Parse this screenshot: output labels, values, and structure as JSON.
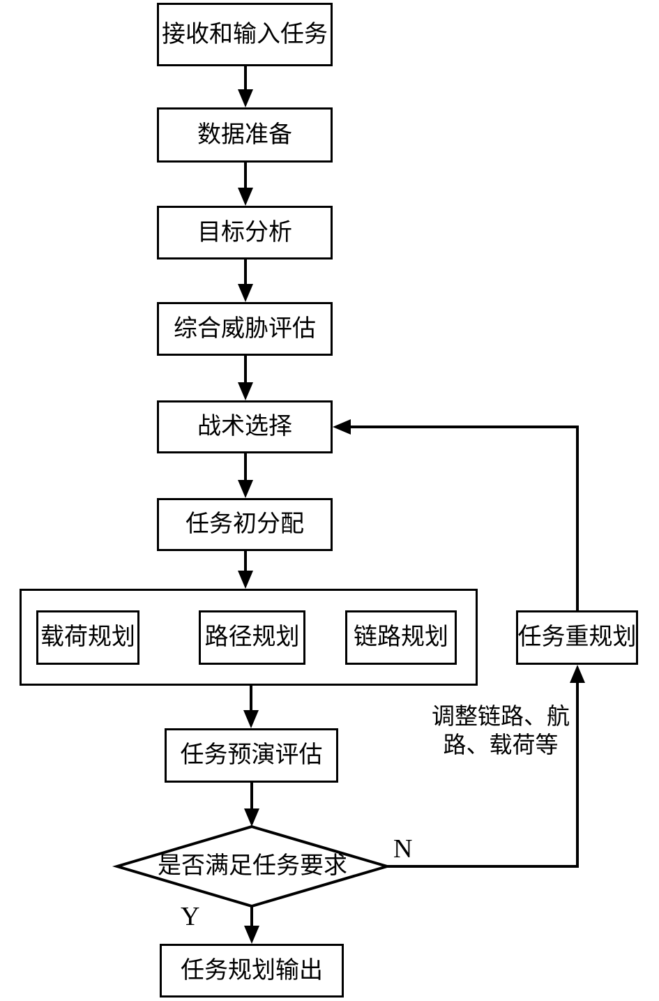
{
  "flowchart": {
    "nodes": {
      "receive": "接收和输入任务",
      "data_prep": "数据准备",
      "target_analysis": "目标分析",
      "threat_assessment": "综合威胁评估",
      "tactic_select": "战术选择",
      "initial_assign": "任务初分配",
      "payload_plan": "载荷规划",
      "route_plan": "路径规划",
      "link_plan": "链路规划",
      "replan": "任务重规划",
      "rehearsal_eval": "任务预演评估",
      "decision": "是否满足任务要求",
      "output": "任务规划输出"
    },
    "branch_labels": {
      "no": "N",
      "yes": "Y"
    },
    "annotation": {
      "line1": "调整链路、航",
      "line2": "路、载荷等"
    },
    "colors": {
      "line": "#000000",
      "background": "#ffffff"
    }
  }
}
